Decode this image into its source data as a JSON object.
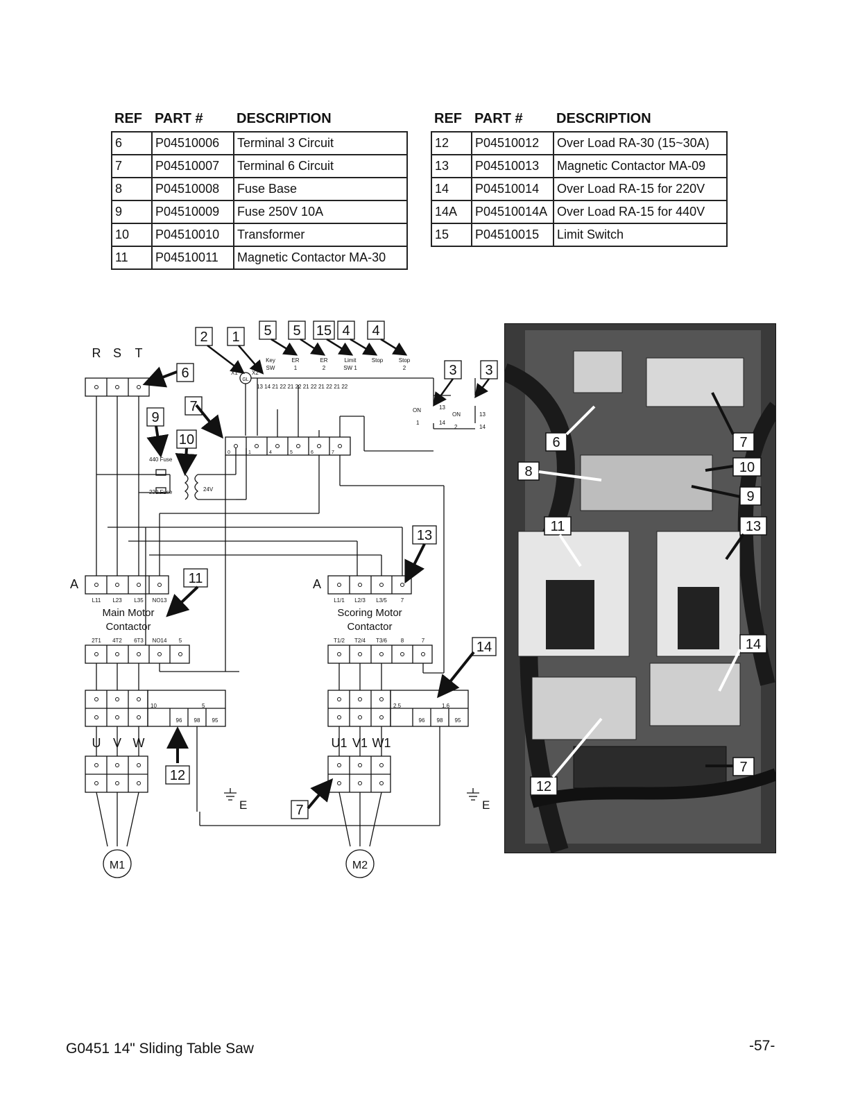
{
  "headers": {
    "ref": "REF",
    "part": "PART #",
    "desc": "DESCRIPTION"
  },
  "left_table": [
    {
      "ref": "6",
      "part": "P04510006",
      "desc": "Terminal 3 Circuit"
    },
    {
      "ref": "7",
      "part": "P04510007",
      "desc": "Terminal 6 Circuit"
    },
    {
      "ref": "8",
      "part": "P04510008",
      "desc": "Fuse Base"
    },
    {
      "ref": "9",
      "part": "P04510009",
      "desc": "Fuse 250V 10A"
    },
    {
      "ref": "10",
      "part": "P04510010",
      "desc": "Transformer"
    },
    {
      "ref": "11",
      "part": "P04510011",
      "desc": "Magnetic Contactor MA-30"
    }
  ],
  "right_table": [
    {
      "ref": "12",
      "part": "P04510012",
      "desc": "Over Load RA-30 (15~30A)"
    },
    {
      "ref": "13",
      "part": "P04510013",
      "desc": "Magnetic Contactor MA-09"
    },
    {
      "ref": "14",
      "part": "P04510014",
      "desc": "Over Load RA-15 for 220V"
    },
    {
      "ref": "14A",
      "part": "P04510014A",
      "desc": "Over Load RA-15 for 440V"
    },
    {
      "ref": "15",
      "part": "P04510015",
      "desc": "Limit Switch"
    }
  ],
  "diagram": {
    "top_callouts": [
      "2",
      "1",
      "5",
      "5",
      "15",
      "4",
      "4"
    ],
    "right_callouts": [
      "3",
      "3"
    ],
    "callouts": {
      "c6": "6",
      "c7": "7",
      "c9": "9",
      "c10": "10",
      "c11": "11",
      "c12": "12",
      "c13": "13",
      "c14": "14",
      "c7b": "7"
    },
    "phase": [
      "R",
      "S",
      "T"
    ],
    "switch_labels": [
      "Key",
      "ER",
      "ER",
      "Limit",
      "Stop",
      "Stop"
    ],
    "switch_sub": [
      "SW",
      "1",
      "2",
      "SW 1",
      "",
      "2"
    ],
    "gl": "GL",
    "x1": "X1",
    "x2": "X2",
    "switch_nums": "13  14 21   22 21   22 21   22 21   22 21   22",
    "on": "ON",
    "one": "1",
    "two": "2",
    "n13": "13",
    "n14": "14",
    "terminal": [
      "0",
      "1",
      "4",
      "5",
      "6",
      "7"
    ],
    "fuse440": "440 Fuse",
    "fuse220": "220 Fuse",
    "v24": "24V",
    "a": "A",
    "main_top": [
      "L11",
      "L23",
      "L35",
      "NO13"
    ],
    "main_name": [
      "Main Motor",
      "Contactor"
    ],
    "main_bot": [
      "2T1",
      "4T2",
      "6T3",
      "NO14",
      "5"
    ],
    "score_top": [
      "L1/1",
      "L2/3",
      "L3/5",
      "7"
    ],
    "score_name": [
      "Scoring Motor",
      "Contactor"
    ],
    "score_bot": [
      "T1/2",
      "T2/4",
      "T3/6",
      "8",
      "7"
    ],
    "ol1_range": [
      "10",
      "5"
    ],
    "ol2_range": [
      "2.5",
      "1.6"
    ],
    "ol_nums": [
      "96",
      "98",
      "95"
    ],
    "uvw": [
      "U",
      "V",
      "W"
    ],
    "uvw1": [
      "U1",
      "V1",
      "W1"
    ],
    "e": "E",
    "m1": "M1",
    "m2": "M2"
  },
  "photo": {
    "callouts": {
      "p6": "6",
      "p7": "7",
      "p8": "8",
      "p10": "10",
      "p9": "9",
      "p11": "11",
      "p13": "13",
      "p14": "14",
      "p7b": "7",
      "p12": "12"
    }
  },
  "footer": {
    "left": "G0451 14\" Sliding Table Saw",
    "right": "-57-"
  }
}
